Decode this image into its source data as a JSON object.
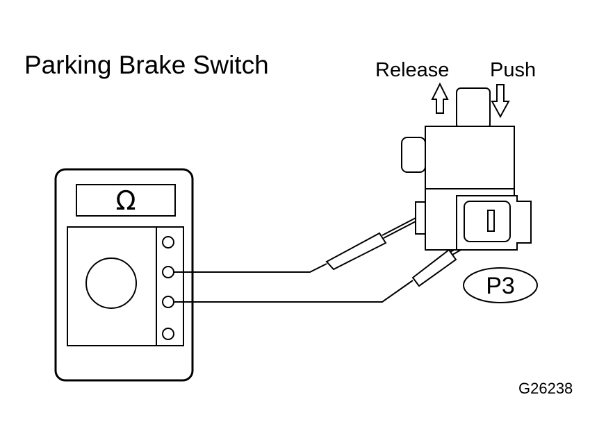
{
  "title": "Parking Brake Switch",
  "labels": {
    "release": "Release",
    "push": "Push",
    "connector": "P3",
    "figure_code": "G26238"
  },
  "meter": {
    "display_symbol": "Ω"
  },
  "icons": {
    "release_arrow": "arrow-up-icon",
    "push_arrow": "arrow-down-icon"
  },
  "colors": {
    "line": "#000000",
    "background": "#ffffff"
  }
}
